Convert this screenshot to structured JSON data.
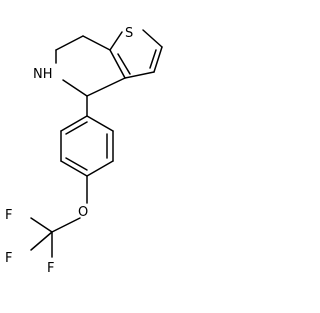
{
  "molecule": {
    "atoms": {
      "sulfur": "S",
      "amine": "NH",
      "oxygen": "O",
      "fluorine_1": "F",
      "fluorine_2": "F",
      "fluorine_3": "F"
    }
  }
}
